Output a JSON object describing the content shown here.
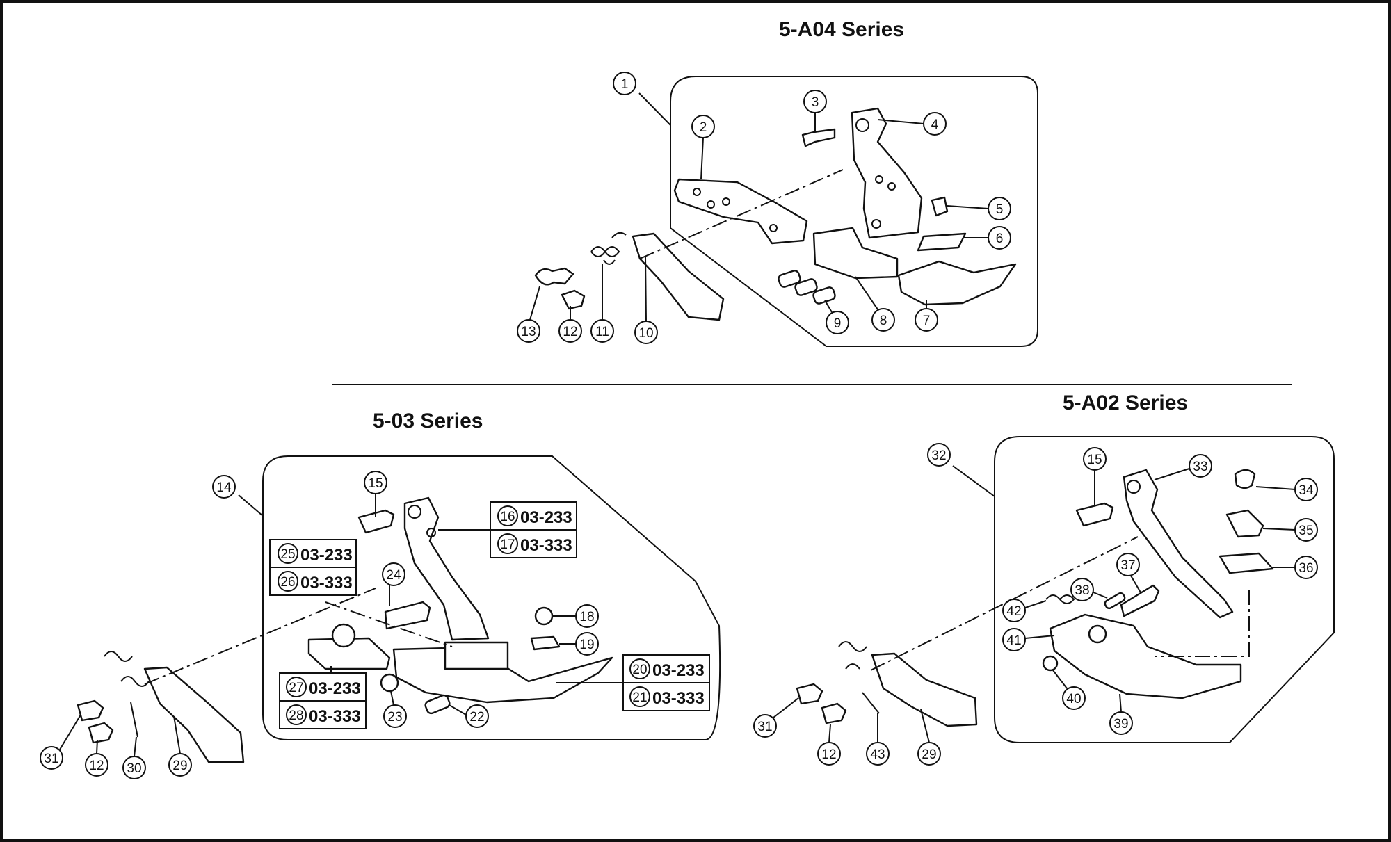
{
  "colors": {
    "ink": "#111111",
    "background": "#ffffff"
  },
  "series": [
    {
      "title": "5-A04  Series"
    },
    {
      "title": "5-03  Series"
    },
    {
      "title": "5-A02  Series"
    }
  ],
  "callouts": {
    "c1": "1",
    "c2": "2",
    "c3": "3",
    "c4": "4",
    "c5": "5",
    "c6": "6",
    "c7": "7",
    "c8": "8",
    "c9": "9",
    "c10": "10",
    "c11": "11",
    "c12": "12",
    "c13": "13",
    "c14": "14",
    "c15": "15",
    "c16": "16",
    "c17": "17",
    "c18": "18",
    "c19": "19",
    "c20": "20",
    "c21": "21",
    "c22": "22",
    "c23": "23",
    "c24": "24",
    "c25": "25",
    "c26": "26",
    "c27": "27",
    "c28": "28",
    "c29": "29",
    "c30": "30",
    "c31": "31",
    "c32": "32",
    "c33": "33",
    "c34": "34",
    "c35": "35",
    "c36": "36",
    "c37": "37",
    "c38": "38",
    "c39": "39",
    "c40": "40",
    "c41": "41",
    "c42": "42",
    "c43": "43"
  },
  "codes": {
    "k233": "03-233",
    "k333": "03-333"
  }
}
